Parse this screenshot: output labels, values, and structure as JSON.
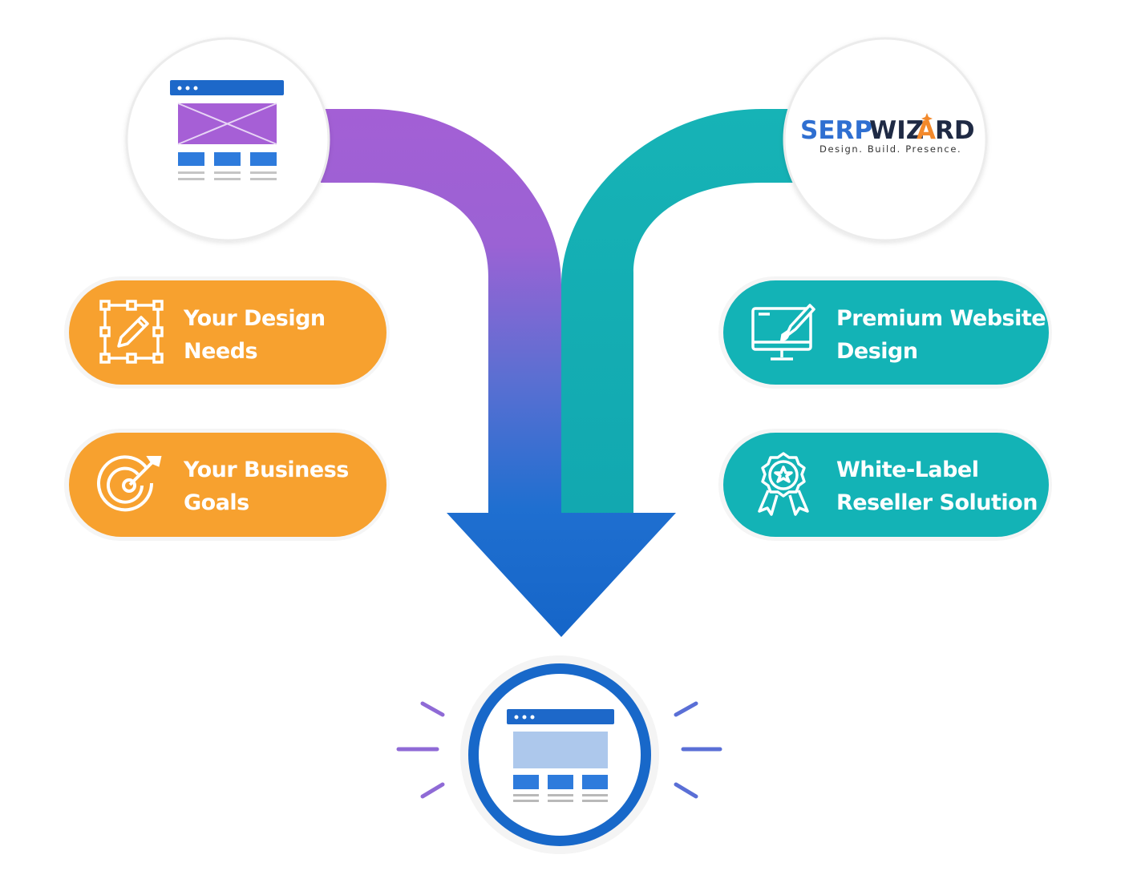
{
  "left_inputs": {
    "design_needs": {
      "line1": "Your Design",
      "line2": "Needs",
      "icon": "design-edit-icon"
    },
    "business_goals": {
      "line1": "Your Business",
      "line2": "Goals",
      "icon": "target-icon"
    }
  },
  "right_inputs": {
    "premium_design": {
      "line1": "Premium Website",
      "line2": "Design",
      "icon": "monitor-brush-icon"
    },
    "white_label": {
      "line1": "White-Label",
      "line2": "Reseller Solution",
      "icon": "award-ribbon-icon"
    }
  },
  "brand": {
    "serp": "SERP",
    "wizard": "WIZ",
    "wizard_a": "A",
    "wizard_rd": "RD",
    "tagline": "Design. Build. Presence."
  },
  "nodes": {
    "source_icon": "wireframe-icon",
    "result_icon": "website-icon"
  },
  "colors": {
    "orange": "#f7a12f",
    "teal": "#13b3b6",
    "purple": "#a763d6",
    "blue": "#1670cf",
    "brand_blue": "#2f6fd1",
    "brand_dark": "#1f2a44",
    "brand_orange": "#f3892b"
  }
}
